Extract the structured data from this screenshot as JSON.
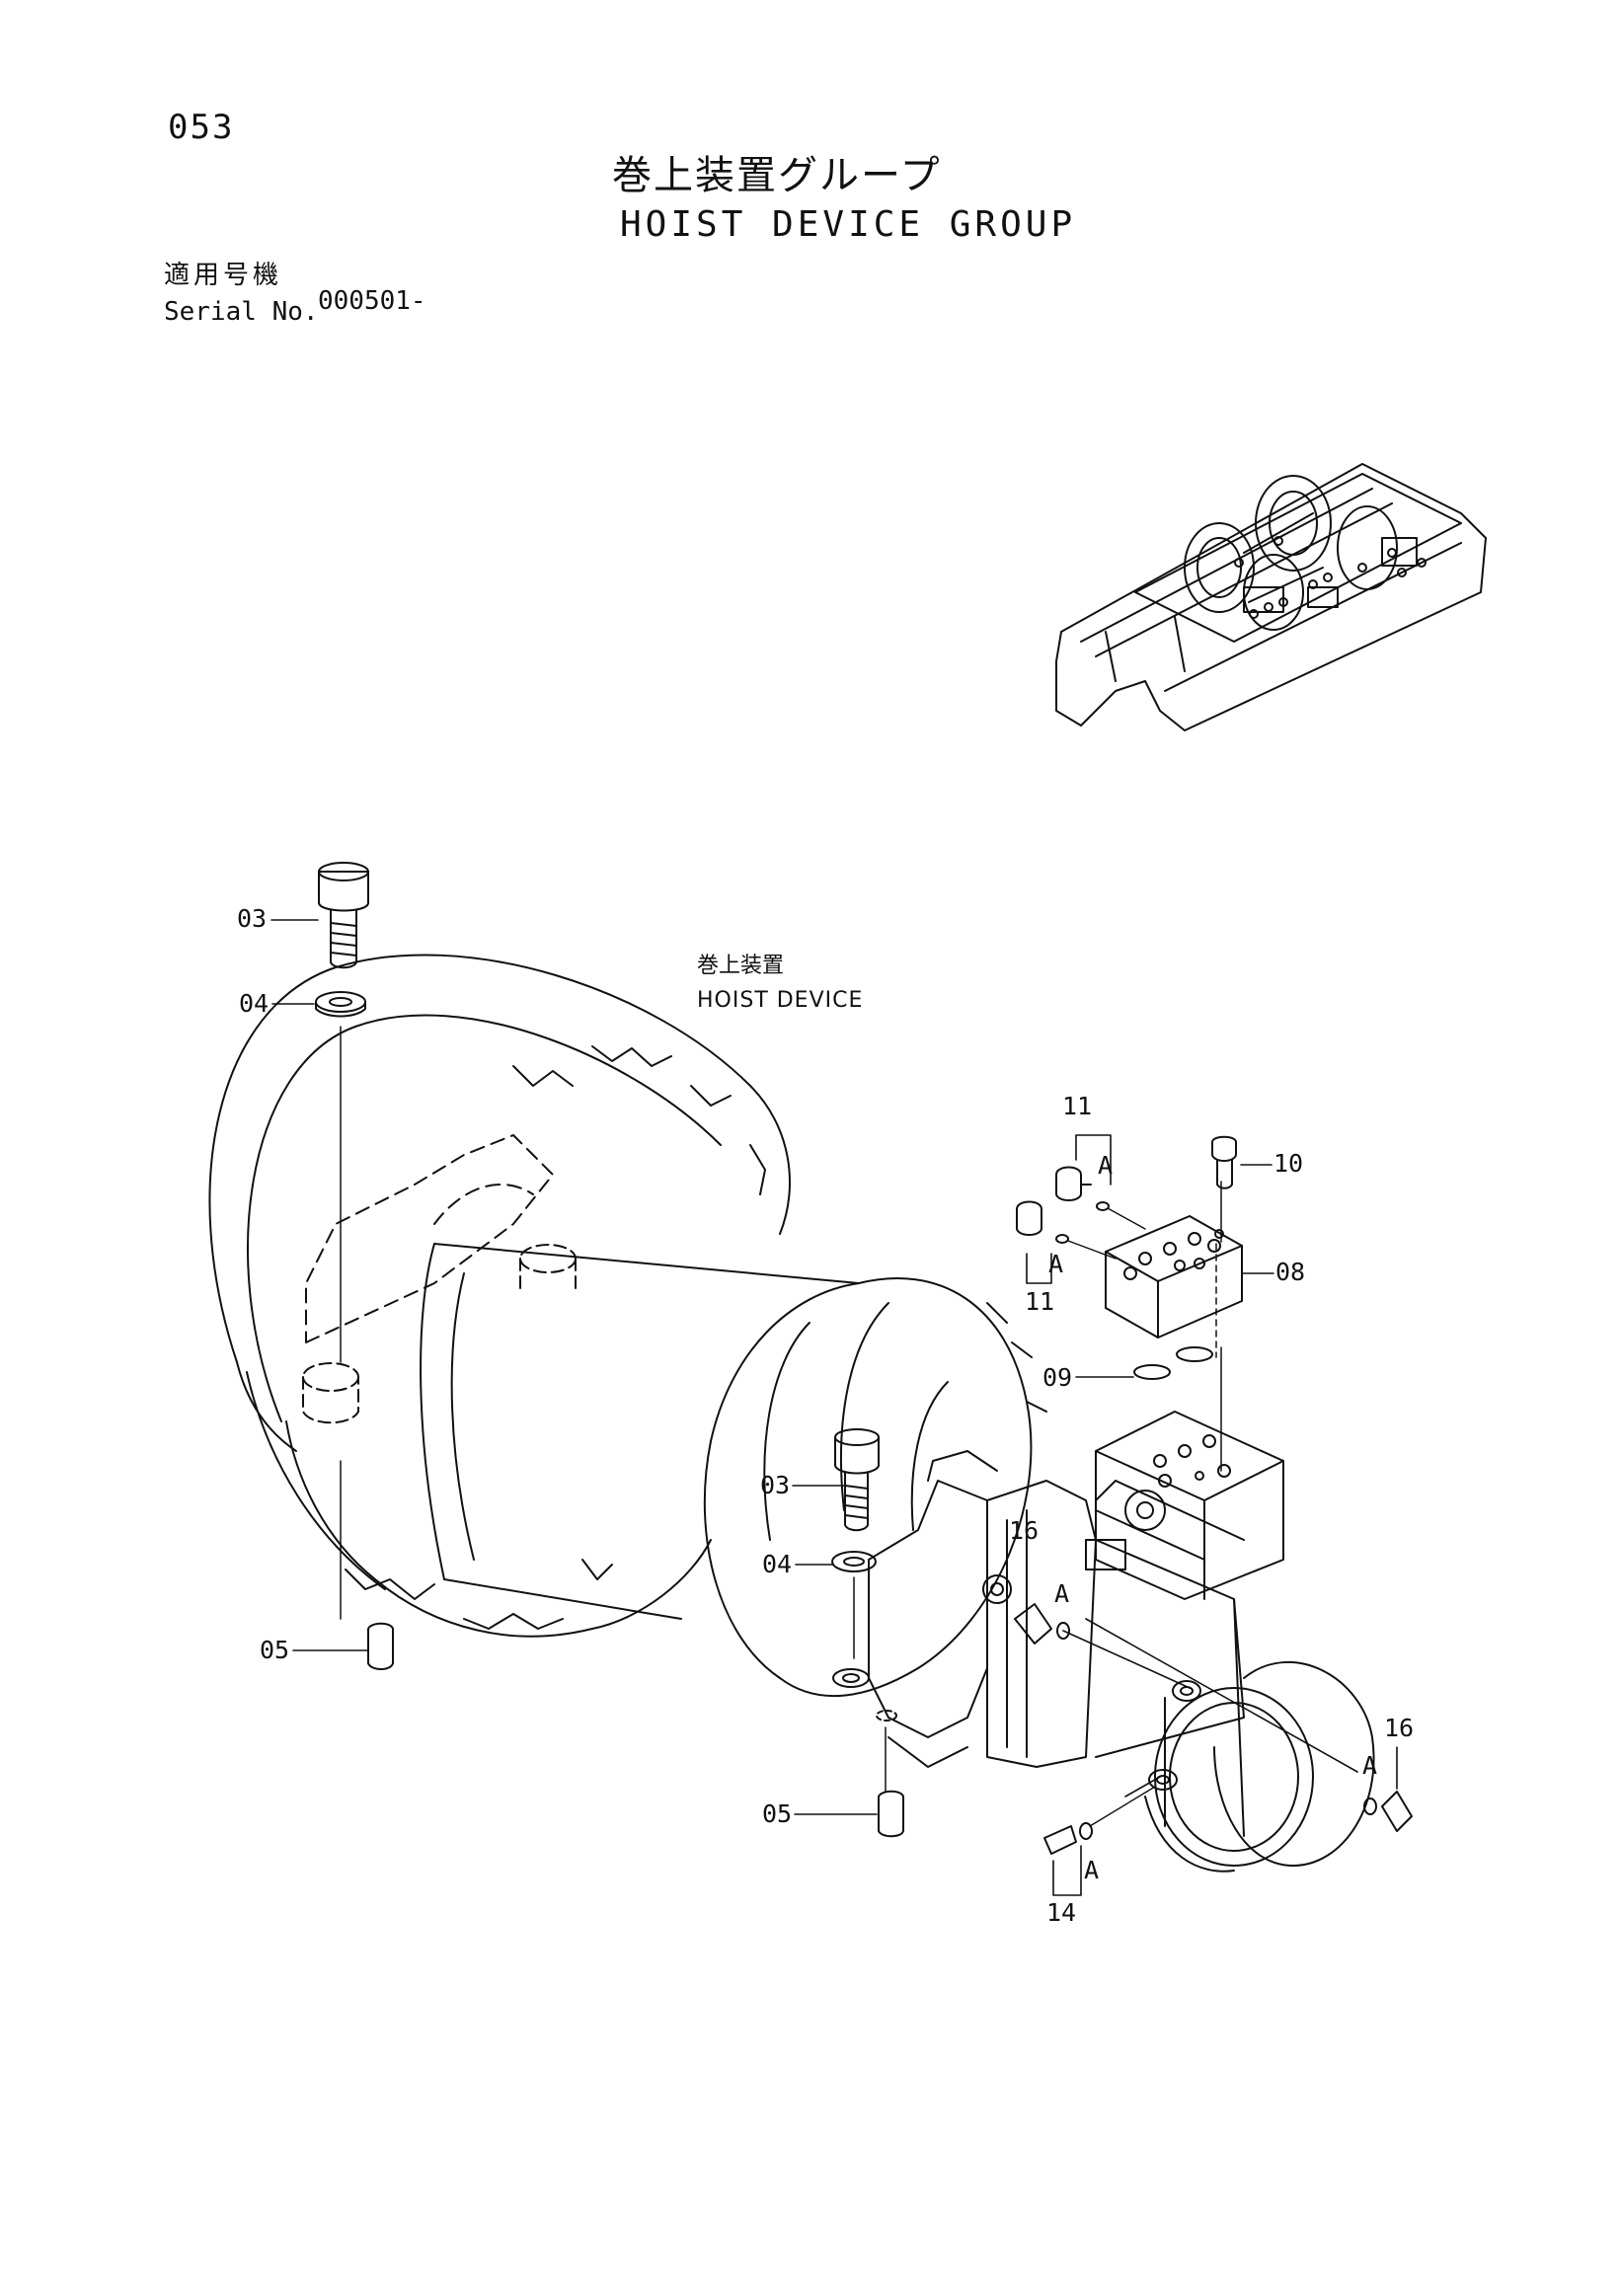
{
  "page": {
    "number": "053",
    "title_jp": "巻上装置グループ",
    "title_en": "HOIST DEVICE GROUP"
  },
  "serial": {
    "label_jp": "適用号機",
    "label_en": "Serial No.",
    "value": "000501-"
  },
  "assembly_label": {
    "jp": "巻上装置",
    "en": "HOIST DEVICE"
  },
  "callouts": {
    "c03a": "03",
    "c04a": "04",
    "c05a": "05",
    "c03b": "03",
    "c04b": "04",
    "c05b": "05",
    "c08": "08",
    "c09": "09",
    "c10": "10",
    "c11a": "11",
    "c11b": "11",
    "c14": "14",
    "c16a": "16",
    "c16b": "16",
    "markA1": "A",
    "markA2": "A",
    "markA3": "A",
    "markA4": "A",
    "markA5": "A"
  }
}
